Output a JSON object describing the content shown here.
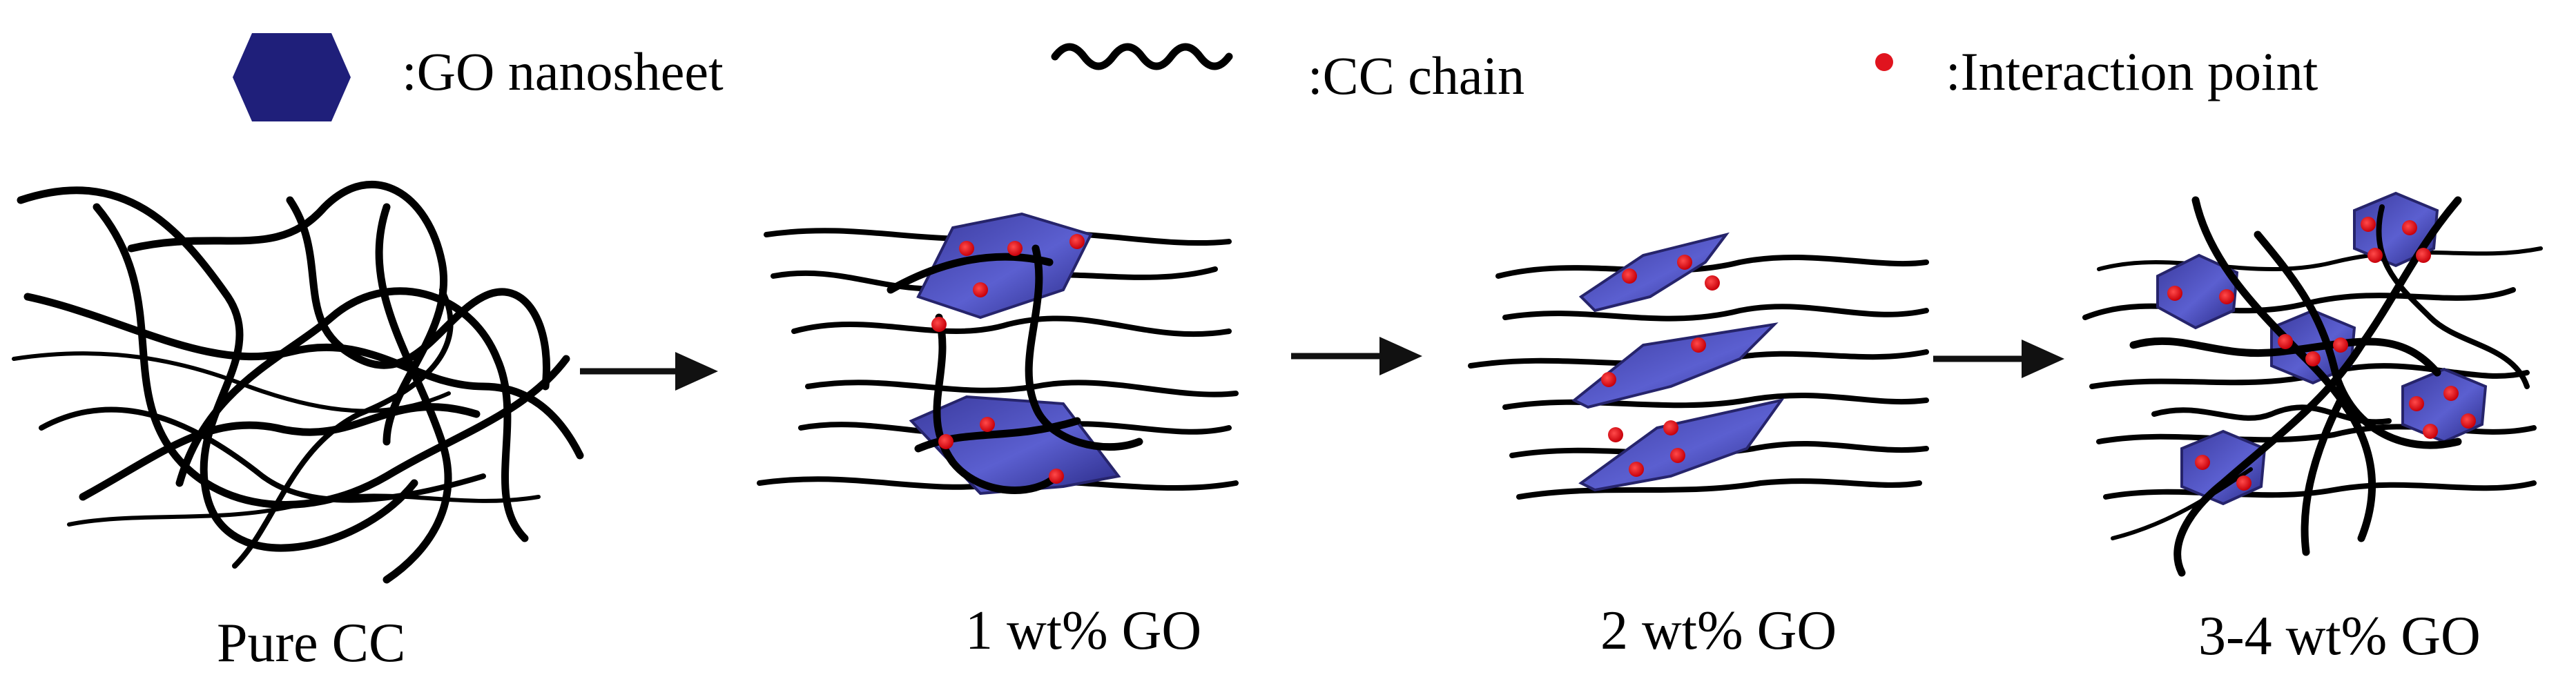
{
  "legend": {
    "go_nanosheet": ":GO nanosheet",
    "cc_chain": ":CC chain",
    "interaction_point": ":Interaction point"
  },
  "stages": {
    "pure_cc": "Pure CC",
    "go_1wt": "1 wt% GO",
    "go_2wt": "2 wt% GO",
    "go_3_4wt": "3-4 wt% GO"
  },
  "colors": {
    "nanosheet": "#1f1f7a",
    "nanosheet_light": "#5a5cc4",
    "chain": "#000000",
    "interaction_point": "#e0141e",
    "arrow": "#111111"
  },
  "icons": {
    "nanosheet": "hexagon-icon",
    "chain": "wavy-line-icon",
    "interaction_point": "red-dot-icon",
    "arrow": "right-arrow-icon"
  }
}
